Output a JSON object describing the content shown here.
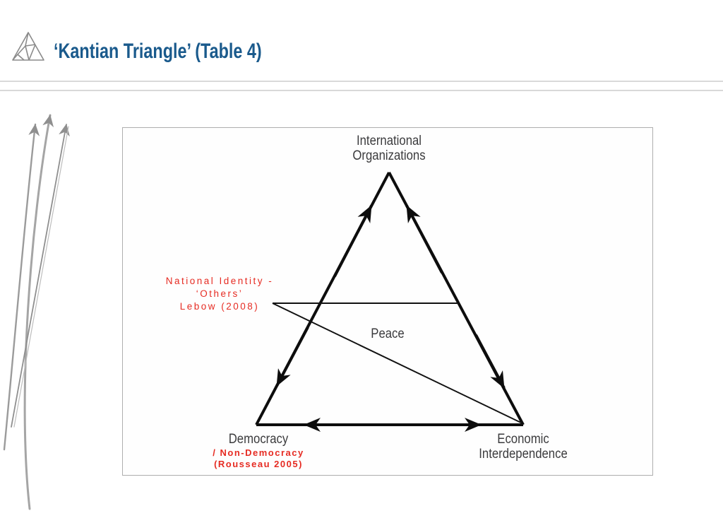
{
  "header": {
    "title": "‘Kantian Triangle’ (Table 4)"
  },
  "colors": {
    "title_blue": "#1a5a8c",
    "accent_red": "#e62b22",
    "label_gray": "#3b3b3d",
    "triangle_black": "#0d0d0d",
    "panel_border": "#aeaeae",
    "swoosh_gray": "#949494"
  },
  "diagram": {
    "top_node": {
      "line1": "International",
      "line2": "Organizations"
    },
    "center_label": "Peace",
    "bottom_left_node": {
      "label": "Democracy",
      "red_line1": "/ Non-Democracy",
      "red_line2": "(Rousseau 2005)"
    },
    "bottom_right_node": {
      "line1": "Economic",
      "line2": "Interdependence"
    },
    "annotation": {
      "line1": "National Identity -",
      "line2": "‘Others’",
      "line3": "Lebow (2008)"
    }
  }
}
